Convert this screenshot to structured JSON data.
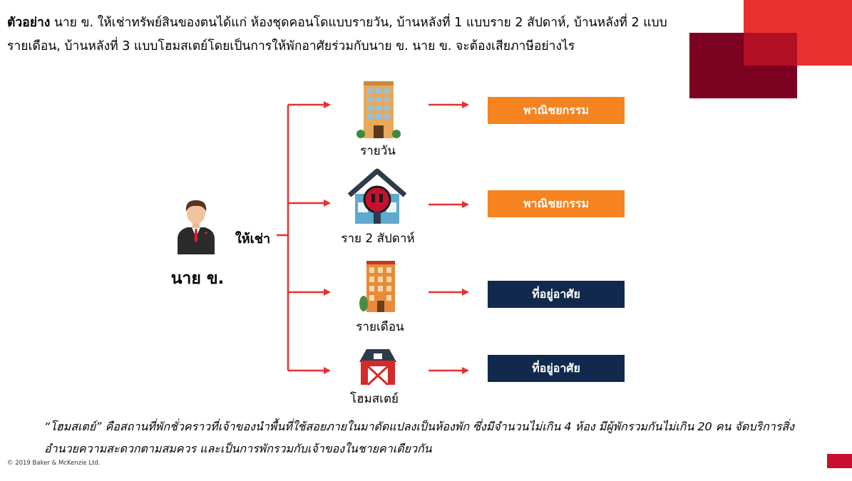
{
  "intro": {
    "bold_label": "ตัวอย่าง",
    "text": " นาย ข. ให้เช่าทรัพย์สินของตนได้แก่ ห้องชุดคอนโดแบบรายวัน, บ้านหลังที่ 1 แบบราย 2 สัปดาห์, บ้านหลังที่ 2 แบบรายเดือน, บ้านหลังที่ 3 แบบโฮมสเตย์โดยเป็นการให้พักอาศัยร่วมกับนาย ข. นาย ข. จะต้องเสียภาษีอย่างไร"
  },
  "person": {
    "name": "นาย ข.",
    "icon": "businessman-icon"
  },
  "relation_label": "ให้เช่า",
  "properties": [
    {
      "label": "รายวัน",
      "icon": "office-building-icon",
      "result": "พาณิชยกรรม",
      "result_color": "#f5831f"
    },
    {
      "label": "ราย 2 สัปดาห์",
      "icon": "house-icon",
      "result": "พาณิชยกรรม",
      "result_color": "#f5831f"
    },
    {
      "label": "รายเดือน",
      "icon": "apartment-building-icon",
      "result": "ที่อยู่อาศัย",
      "result_color": "#10294d"
    },
    {
      "label": "โฮมสเตย์",
      "icon": "barn-icon",
      "result": "ที่อยู่อาศัย",
      "result_color": "#10294d"
    }
  ],
  "footnote": "“โฮมสเตย์” คือสถานที่พักชั่วคราวที่เจ้าของนำพื้นที่ใช้สอยภายในมาดัดแปลงเป็นห้องพัก ซึ่งมีจำนวนไม่เกิน 4 ห้อง มีผู้พักรวมกันไม่เกิน 20 คน จัดบริการสิ่งอำนวยความสะดวกตามสมควร และเป็นการพักรวมกับเจ้าของในชายคาเดียวกัน",
  "copyright": "© 2019 Baker & McKenzie Ltd.",
  "colors": {
    "arrow": "#e8302f",
    "commercial": "#f5831f",
    "residential": "#10294d",
    "brand_red": "#e8302f",
    "brand_maroon": "#7d0120"
  }
}
